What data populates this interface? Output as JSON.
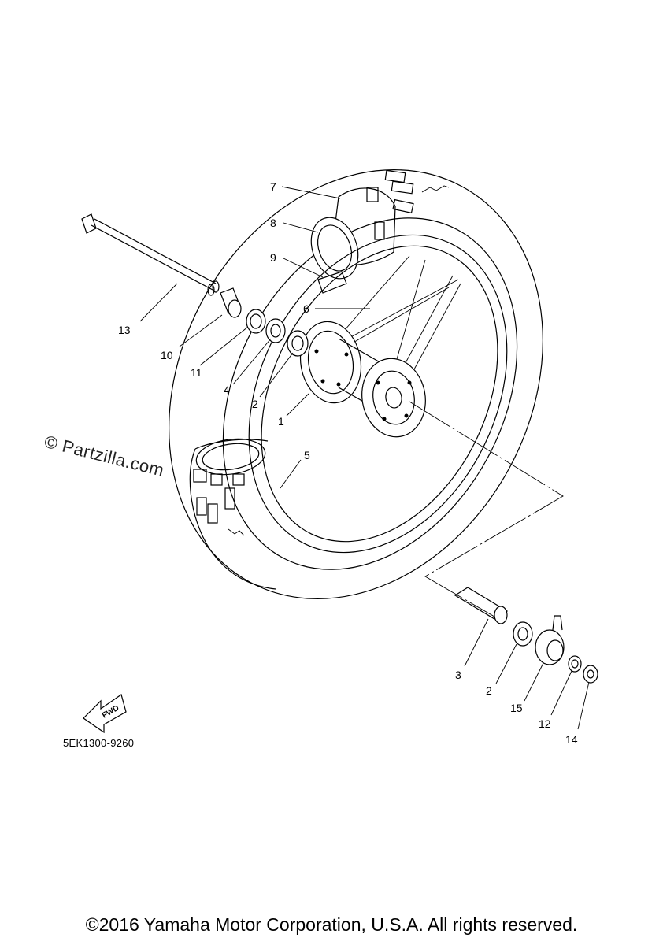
{
  "diagram": {
    "watermark": "© Partzilla.com",
    "diagram_code": "5EK1300-9260",
    "fwd_label": "FWD",
    "copyright": "©2016 Yamaha Motor Corporation, U.S.A. All rights reserved.",
    "callouts": {
      "c1": "1",
      "c2a": "2",
      "c2b": "2",
      "c3": "3",
      "c4": "4",
      "c5": "5",
      "c6": "6",
      "c7": "7",
      "c8": "8",
      "c9": "9",
      "c10": "10",
      "c11": "11",
      "c12": "12",
      "c13": "13",
      "c14": "14",
      "c15": "15"
    }
  }
}
